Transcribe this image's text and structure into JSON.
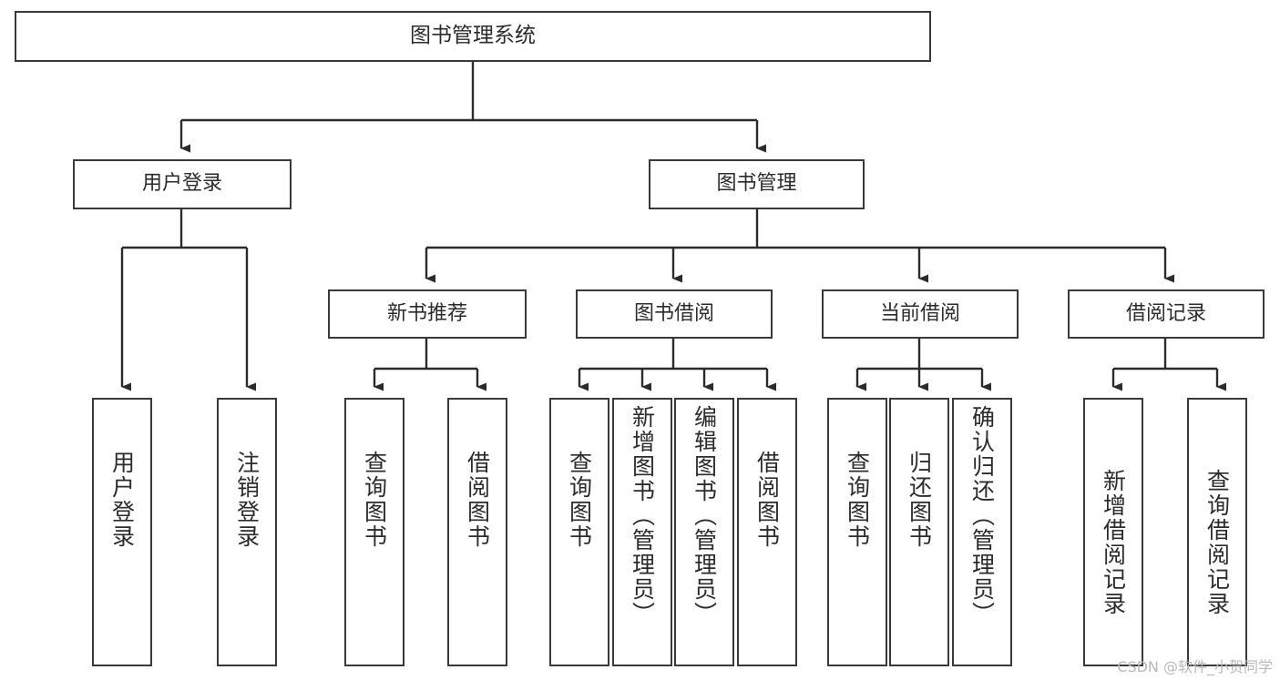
{
  "diagram": {
    "title": "图书管理系统",
    "type": "tree-hierarchy",
    "colors": {
      "box_border": "#3a3a3a",
      "box_fill": "#ffffff",
      "edge": "#2b2b2b",
      "text": "#2b2b2b",
      "watermark": "#b9b9b9",
      "background": "#ffffff"
    }
  },
  "root": {
    "label": "图书管理系统"
  },
  "level2": [
    {
      "label": "用户登录"
    },
    {
      "label": "图书管理"
    }
  ],
  "level3": [
    {
      "label": "新书推荐"
    },
    {
      "label": "图书借阅"
    },
    {
      "label": "当前借阅"
    },
    {
      "label": "借阅记录"
    }
  ],
  "leaves": {
    "user_login": [
      {
        "label": "用户登录"
      },
      {
        "label": "注销登录"
      }
    ],
    "new_book_recommend": [
      {
        "label": "查询图书"
      },
      {
        "label": "借阅图书"
      }
    ],
    "book_borrow": [
      {
        "label": "查询图书"
      },
      {
        "label": "新增图书（管理员）"
      },
      {
        "label": "编辑图书（管理员）"
      },
      {
        "label": "借阅图书"
      }
    ],
    "current_borrow": [
      {
        "label": "查询图书"
      },
      {
        "label": "归还图书"
      },
      {
        "label": "确认归还（管理员）"
      }
    ],
    "borrow_record": [
      {
        "label": "新增借阅记录"
      },
      {
        "label": "查询借阅记录"
      }
    ]
  },
  "watermark": {
    "text": "CSDN @软件_小贺同学"
  }
}
